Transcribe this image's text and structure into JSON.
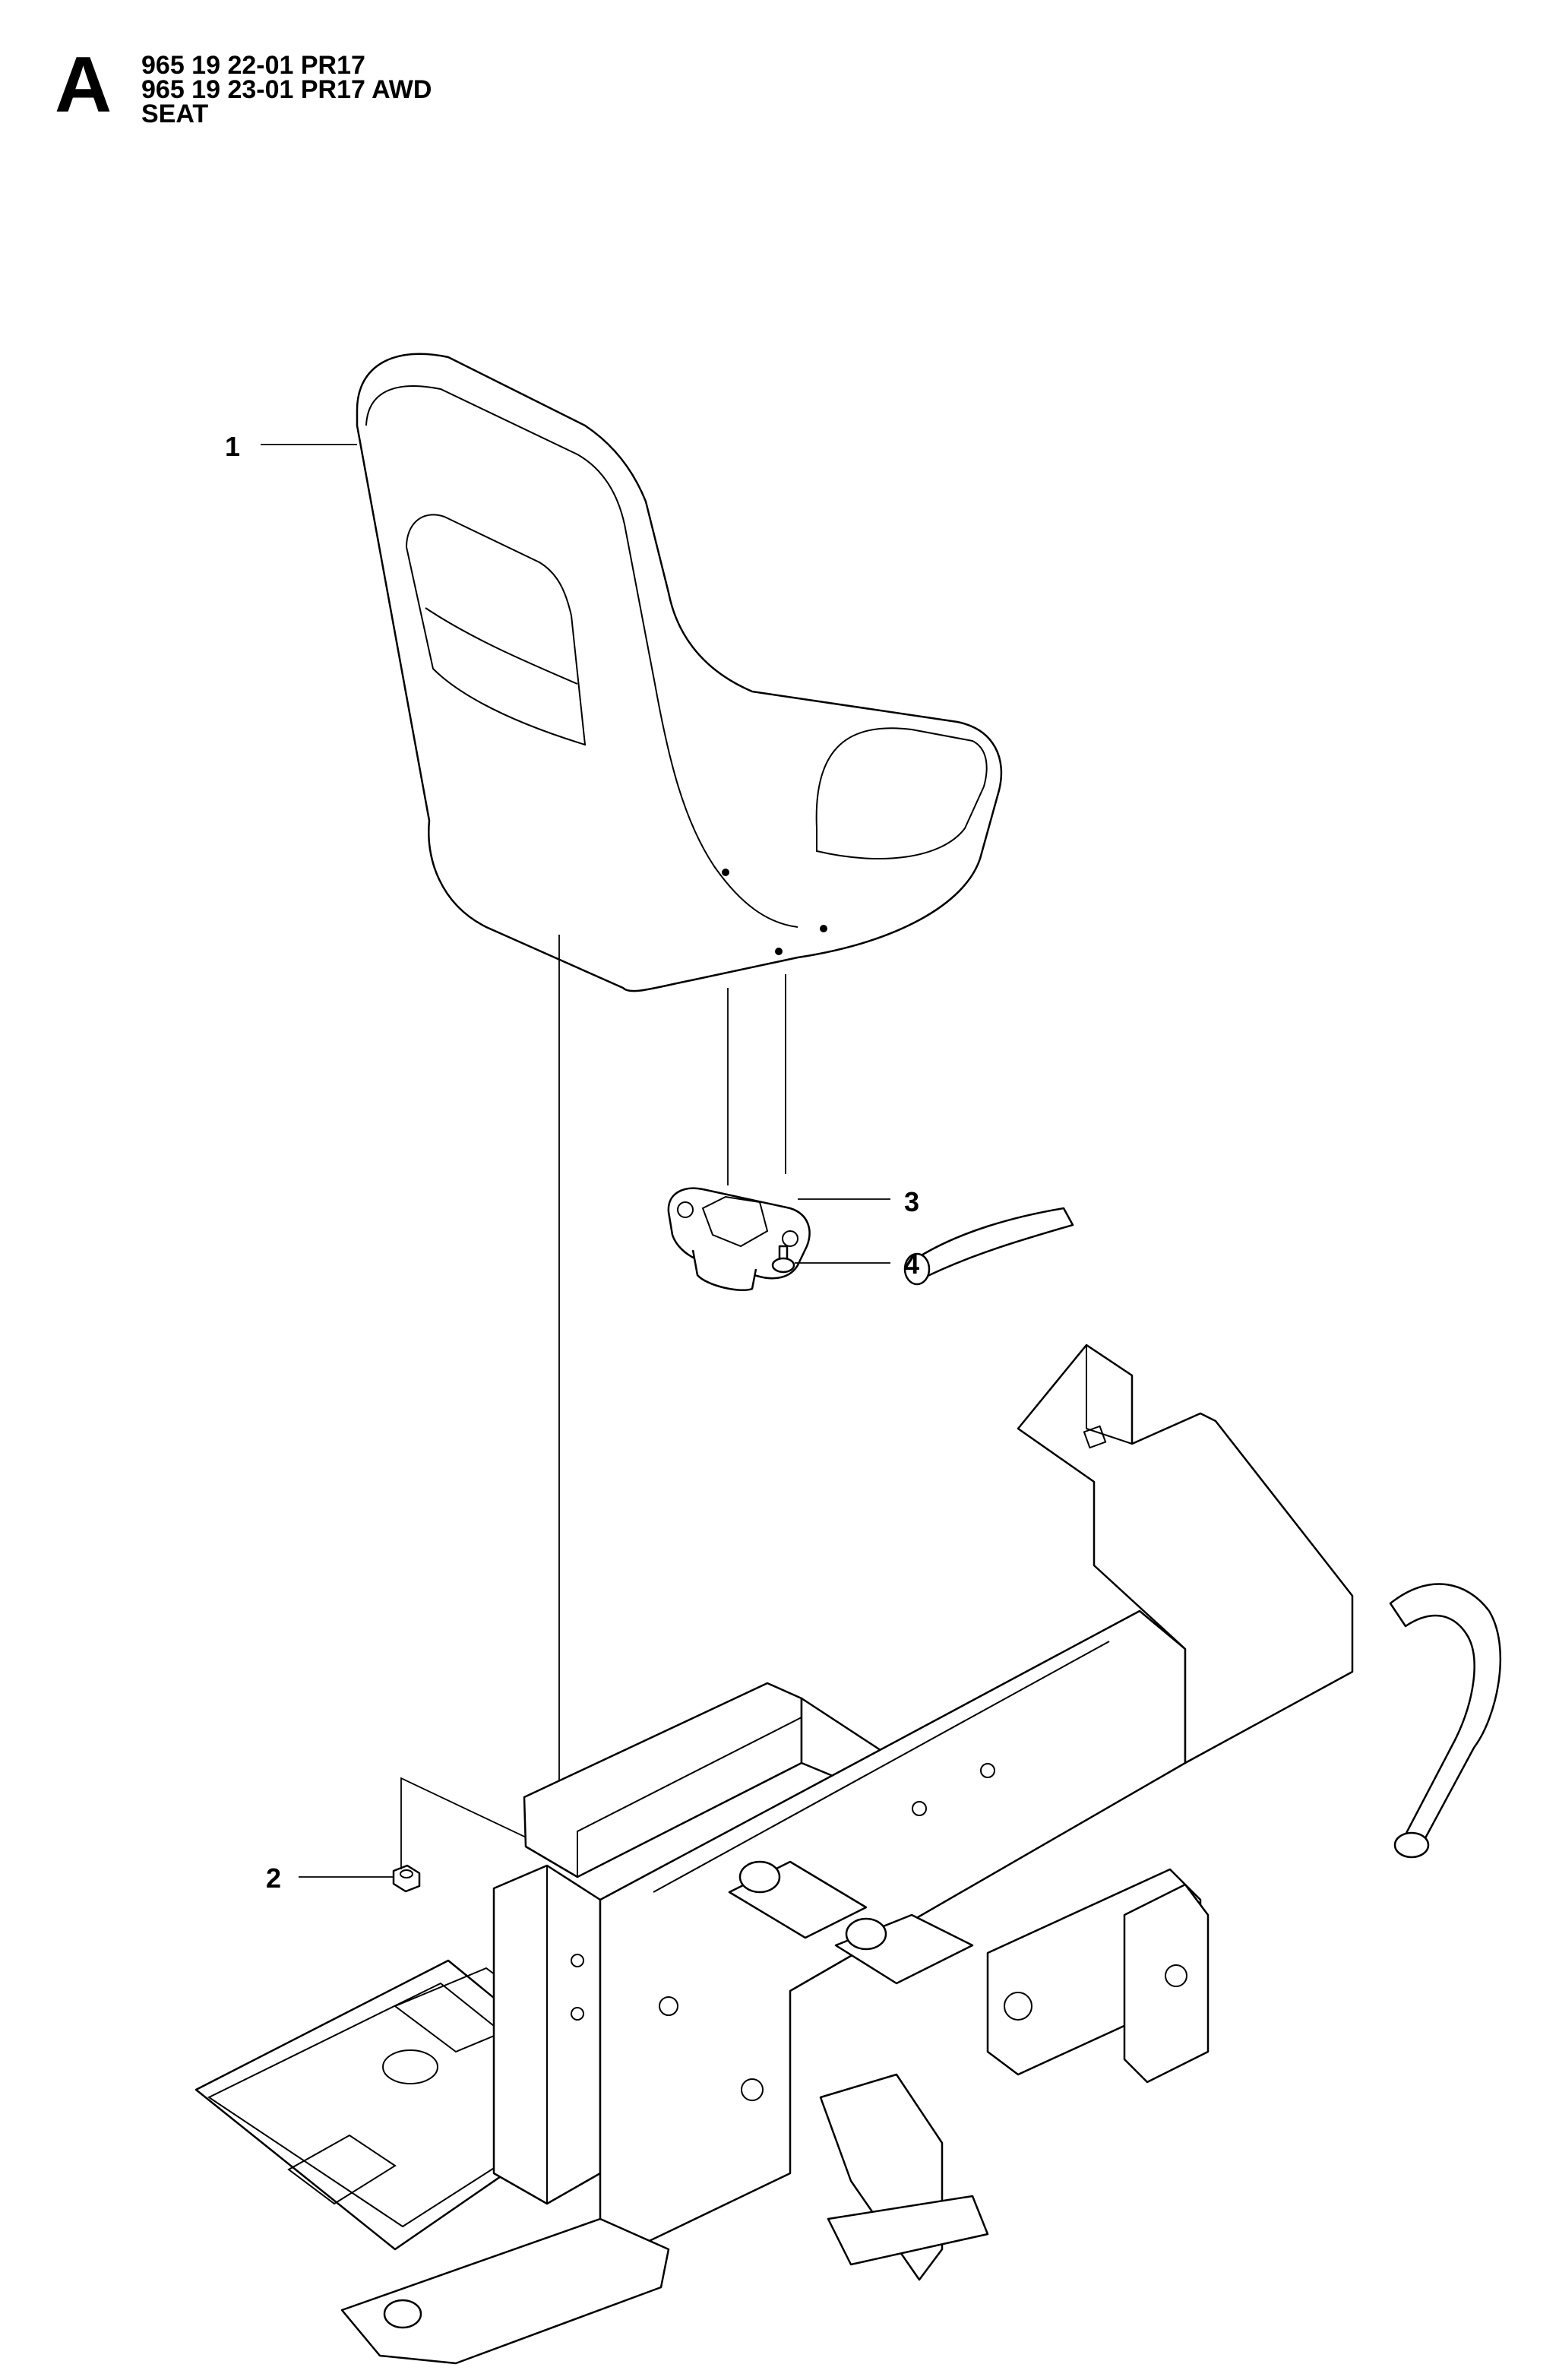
{
  "header": {
    "section_letter": "A",
    "lines": [
      "965 19 22-01 PR17",
      "965 19 23-01 PR17 AWD",
      "SEAT"
    ]
  },
  "callouts": [
    {
      "number": "1",
      "part": "seat"
    },
    {
      "number": "2",
      "part": "nut"
    },
    {
      "number": "3",
      "part": "seat-bracket"
    },
    {
      "number": "4",
      "part": "screw"
    }
  ]
}
